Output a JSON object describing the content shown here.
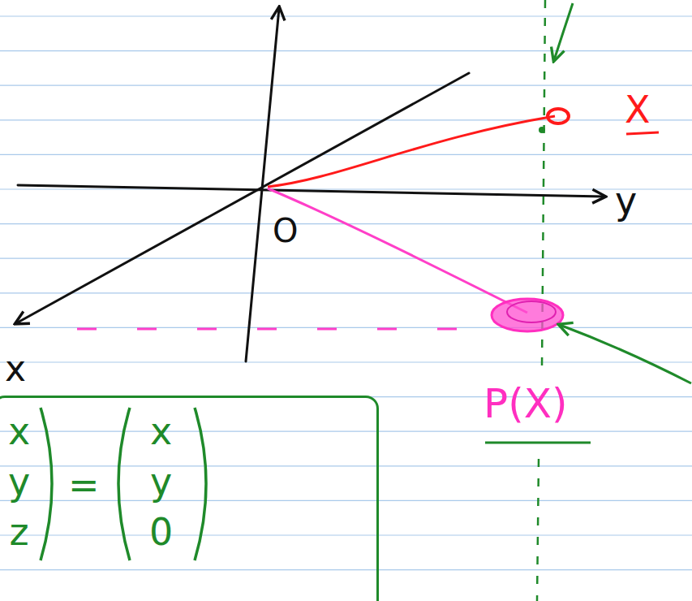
{
  "diagram": {
    "nodes": [
      {
        "text": [
          "x y z",
          "=",
          "x y 0"
        ]
      }
    ],
    "labels": [
      "X",
      "y",
      "O",
      "x",
      "P(X)"
    ]
  }
}
